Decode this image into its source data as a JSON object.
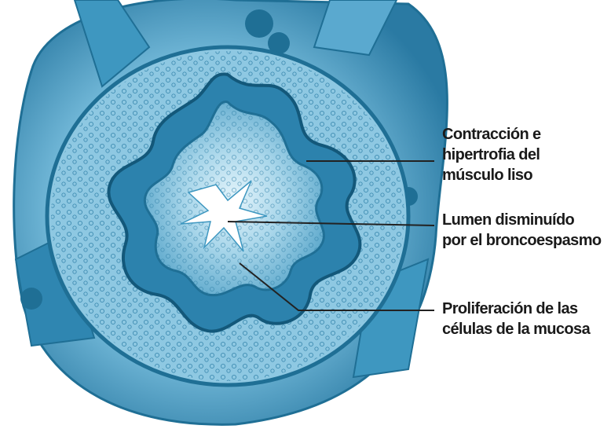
{
  "annotations": [
    {
      "lines": [
        "Contracción e",
        "hipertrofia del",
        "músculo liso"
      ]
    },
    {
      "lines": [
        "Lumen disminuído",
        "por el broncoespasmo"
      ]
    },
    {
      "lines": [
        "Proliferación de las",
        "células de la mucosa"
      ]
    }
  ],
  "colors": {
    "tissue_dark": "#1f6f95",
    "tissue_mid": "#3e97c0",
    "tissue_light": "#a9d8ec",
    "tissue_pale": "#d9eff8",
    "leader_line": "#222222",
    "label_text": "#1a1a1a"
  }
}
